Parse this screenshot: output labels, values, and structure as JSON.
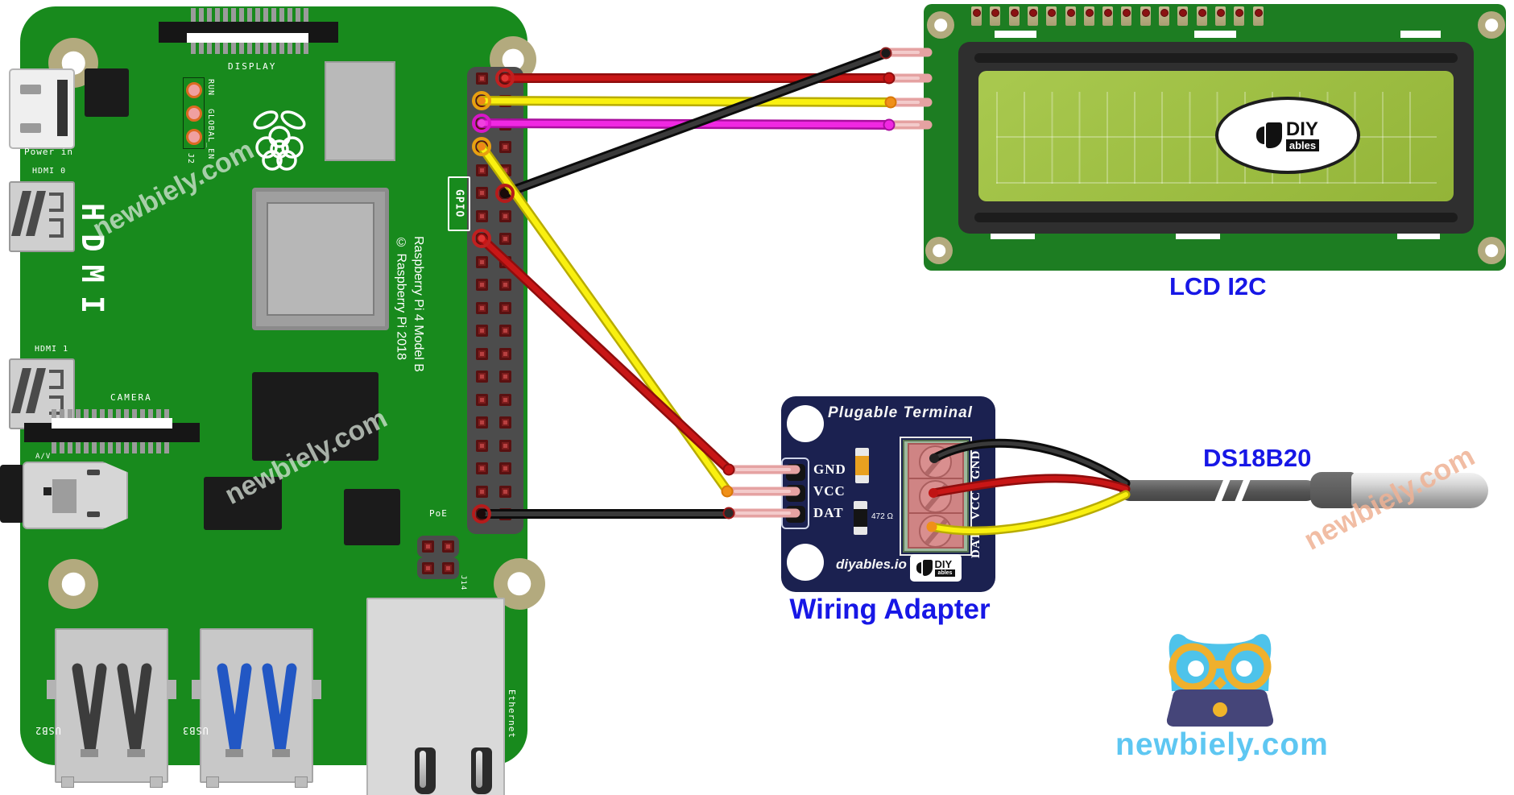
{
  "pi": {
    "silkscreen": {
      "display": "DISPLAY",
      "power_in": "Power in",
      "run": "RUN",
      "global_en": "GLOBAL_EN",
      "j2": "J2",
      "hdmi0": "HDMI 0",
      "hdmi_big": "HDMI",
      "hdmi1": "HDMI 1",
      "camera": "CAMERA",
      "av": "A/V",
      "gpio": "GPIO",
      "model": "Raspberry Pi 4 Model B",
      "copyright": "© Raspberry Pi 2018",
      "poe": "PoE",
      "j14": "J14",
      "usb2": "USB2",
      "usb3": "USB3",
      "ethernet": "Ethernet"
    }
  },
  "lcd": {
    "label": "LCD I2C",
    "logo_diy": "DIY",
    "logo_ables": "ables"
  },
  "adapter": {
    "title": "Plugable Terminal",
    "pin_labels": [
      "GND",
      "VCC",
      "DAT"
    ],
    "terminal_labels": "DAT VCC GND",
    "resistor_value": "472 Ω",
    "site": "diyables.io",
    "logo_diy": "DIY",
    "logo_ables": "ables",
    "label": "Wiring Adapter"
  },
  "sensor": {
    "label": "DS18B20"
  },
  "branding": {
    "watermark": "newbiely.com",
    "site": "newbiely.com"
  },
  "colors": {
    "pi_green": "#188a1d",
    "lcd_green": "#1d7d22",
    "screen_green": "#9aba40",
    "adapter_navy": "#1b2150",
    "wire_red": "#c81616",
    "wire_yellow": "#f9f010",
    "wire_magenta": "#f028e2",
    "wire_black": "#2e2e2e",
    "label_blue": "#1717e6",
    "brand_blue": "#5ec7f2"
  }
}
